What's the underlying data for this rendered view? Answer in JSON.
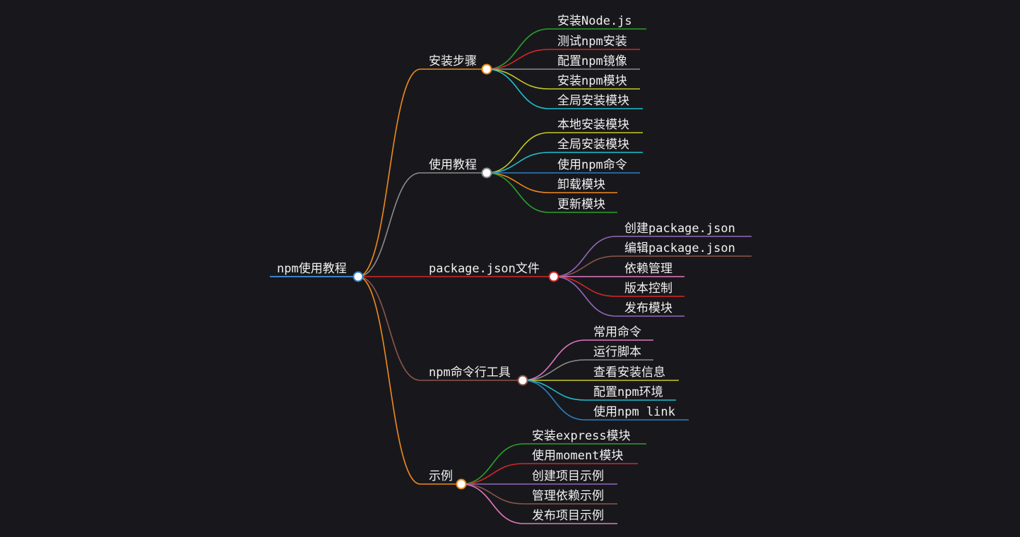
{
  "root": {
    "label": "npm使用教程",
    "color": "#3b82c4"
  },
  "branches": [
    {
      "label": "安装步骤",
      "color": "#f08a1c",
      "children": [
        {
          "label": "安装Node.js",
          "color": "#2ca02c"
        },
        {
          "label": "测试npm安装",
          "color": "#d62728"
        },
        {
          "label": "配置npm镜像",
          "color": "#8c8c8c"
        },
        {
          "label": "安装npm模块",
          "color": "#c8c828"
        },
        {
          "label": "全局安装模块",
          "color": "#1fbfd0"
        }
      ]
    },
    {
      "label": "使用教程",
      "color": "#8c8c8c",
      "children": [
        {
          "label": "本地安装模块",
          "color": "#c8c828"
        },
        {
          "label": "全局安装模块",
          "color": "#1fbfd0"
        },
        {
          "label": "使用npm命令",
          "color": "#2a7fc4"
        },
        {
          "label": "卸载模块",
          "color": "#f08a1c"
        },
        {
          "label": "更新模块",
          "color": "#2ca02c"
        }
      ]
    },
    {
      "label": "package.json文件",
      "color": "#d62728",
      "children": [
        {
          "label": "创建package.json",
          "color": "#9467bd"
        },
        {
          "label": "编辑package.json",
          "color": "#8c564b"
        },
        {
          "label": "依赖管理",
          "color": "#e377c2"
        },
        {
          "label": "版本控制",
          "color": "#d62728"
        },
        {
          "label": "发布模块",
          "color": "#9467bd"
        }
      ]
    },
    {
      "label": "npm命令行工具",
      "color": "#8c564b",
      "children": [
        {
          "label": "常用命令",
          "color": "#e377c2"
        },
        {
          "label": "运行脚本",
          "color": "#8c8c8c"
        },
        {
          "label": "查看安装信息",
          "color": "#c8c828"
        },
        {
          "label": "配置npm环境",
          "color": "#1fbfd0"
        },
        {
          "label": "使用npm link",
          "color": "#2a7fc4"
        }
      ]
    },
    {
      "label": "示例",
      "color": "#f08a1c",
      "children": [
        {
          "label": "安装express模块",
          "color": "#2ca02c"
        },
        {
          "label": "使用moment模块",
          "color": "#d62728"
        },
        {
          "label": "创建项目示例",
          "color": "#9467bd"
        },
        {
          "label": "管理依赖示例",
          "color": "#8c564b"
        },
        {
          "label": "发布项目示例",
          "color": "#e377c2"
        }
      ]
    }
  ]
}
